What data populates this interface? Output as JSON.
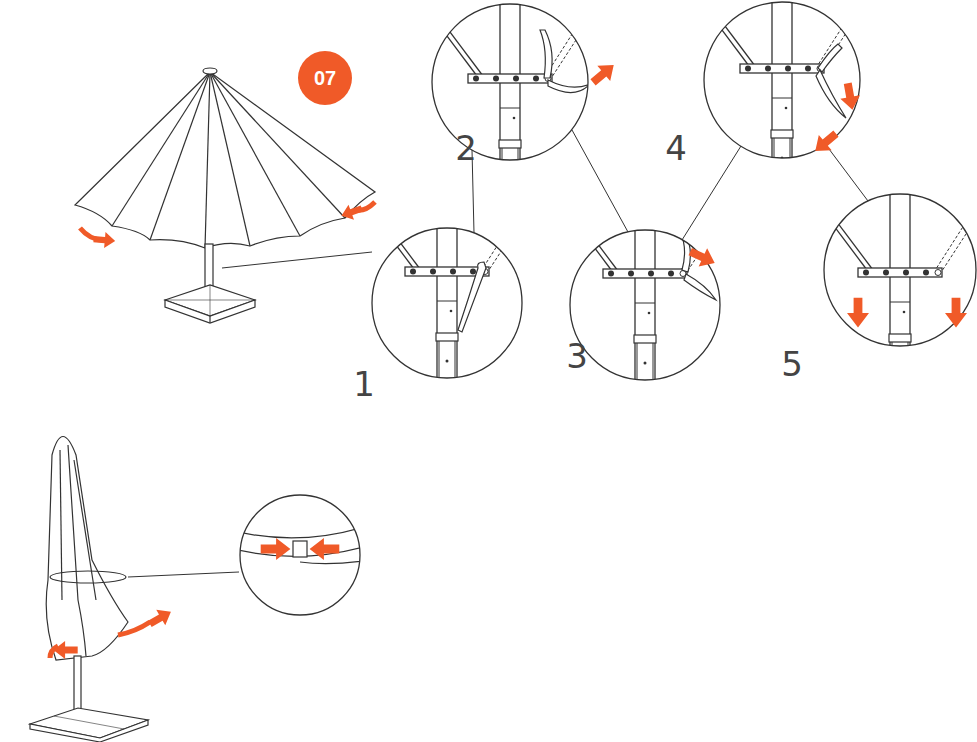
{
  "diagram": {
    "nodes": [
      {
        "text": [
          "07"
        ]
      }
    ],
    "labels": [
      "1",
      "2",
      "3",
      "4",
      "5"
    ]
  }
}
